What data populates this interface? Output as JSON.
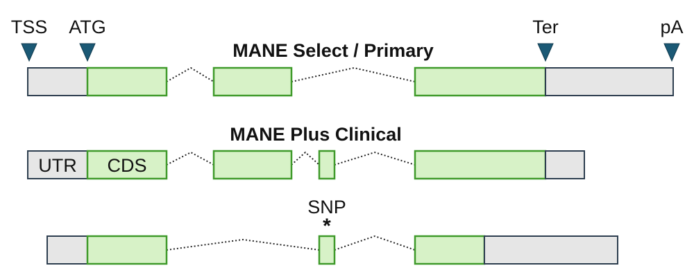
{
  "colors": {
    "utr_fill": "#e6e6e6",
    "utr_stroke": "#2d3e4f",
    "cds_fill": "#d7f2c7",
    "cds_stroke": "#3f9a2a",
    "intron": "#222222",
    "marker": "#1b5975",
    "text": "#111111"
  },
  "markers": {
    "tss": "TSS",
    "atg": "ATG",
    "ter": "Ter",
    "pa": "pA"
  },
  "transcripts": {
    "mane_select": {
      "title": "MANE Select / Primary"
    },
    "mane_plus": {
      "title": "MANE Plus Clinical",
      "utr_label": "UTR",
      "cds_label": "CDS"
    },
    "third": {
      "snp_label": "SNP",
      "snp_mark": "*"
    }
  }
}
